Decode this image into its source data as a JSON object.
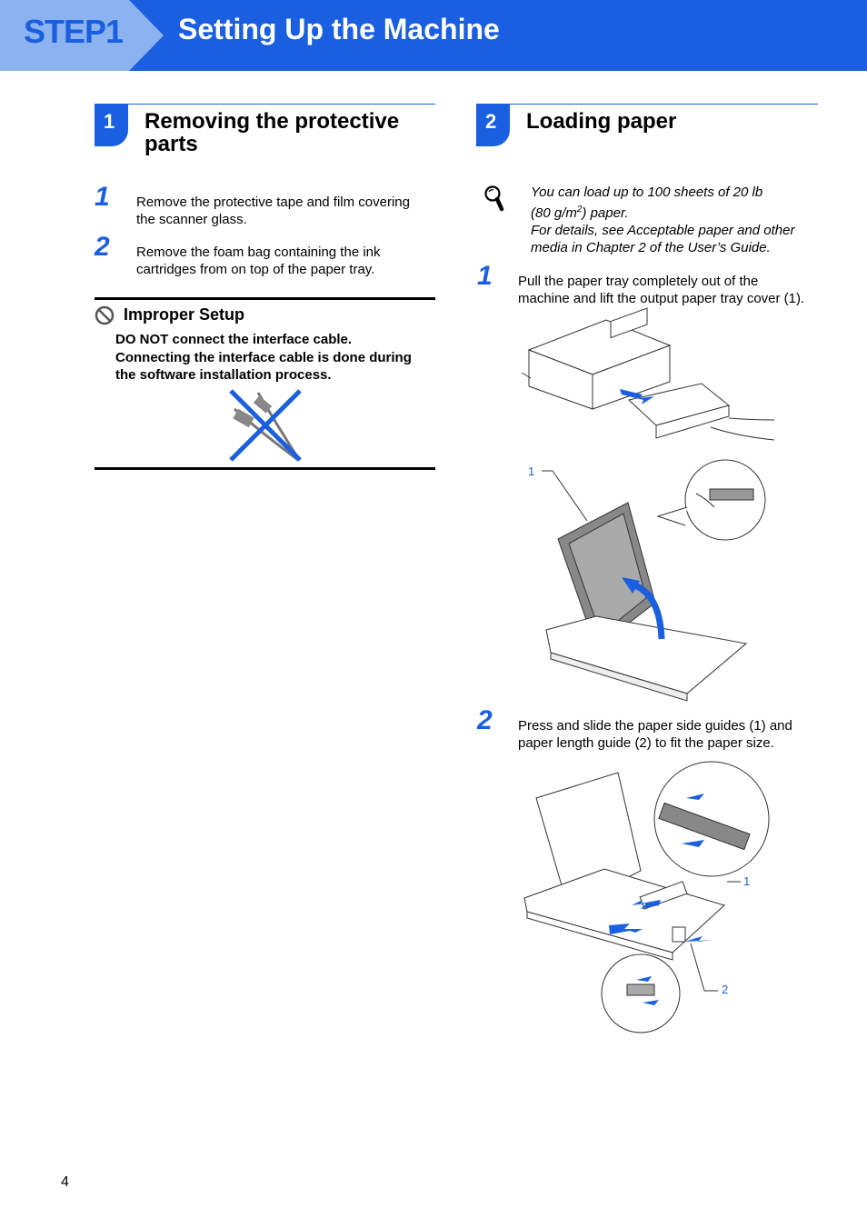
{
  "header": {
    "step": "STEP1",
    "title": "Setting Up the Machine"
  },
  "section1": {
    "number": "1",
    "title_line1": "Removing the protective",
    "title_line2": "parts",
    "steps": [
      {
        "num": "1",
        "line1": "Remove the protective tape and film covering",
        "line2": "the scanner glass."
      },
      {
        "num": "2",
        "line1": "Remove the foam bag containing the ink",
        "line2": "cartridges from on top of the paper tray."
      }
    ],
    "warning": {
      "icon": "prohibited-icon",
      "title": "Improper Setup",
      "lines": [
        "DO NOT connect the interface cable.",
        "Connecting the interface cable is done during",
        "the software installation process."
      ]
    }
  },
  "section2": {
    "number": "2",
    "title": "Loading paper",
    "note": {
      "icon": "magnifier-icon",
      "line1": "You can load up to 100 sheets of 20 lb",
      "line2_pre": "(80 g/m",
      "line2_sup": "2",
      "line2_post": ") paper.",
      "line3": "For details, see Acceptable paper and other",
      "line4": "media in Chapter 2 of the User’s Guide."
    },
    "steps": [
      {
        "num": "1",
        "line1": "Pull the paper tray completely out of the",
        "line2": "machine and lift the output paper tray cover (1)."
      },
      {
        "num": "2",
        "line1": "Press and slide the paper side guides (1) and",
        "line2": "paper length guide (2) to fit the paper size."
      }
    ],
    "figure_labels": {
      "fig2_cover": "1",
      "fig3_side_guides": "1",
      "fig3_length_guide": "2"
    }
  },
  "footer": {
    "page_number": "4"
  },
  "colors": {
    "brand_blue": "#1a5fe0",
    "tab_light_blue": "#8cb2f0"
  }
}
